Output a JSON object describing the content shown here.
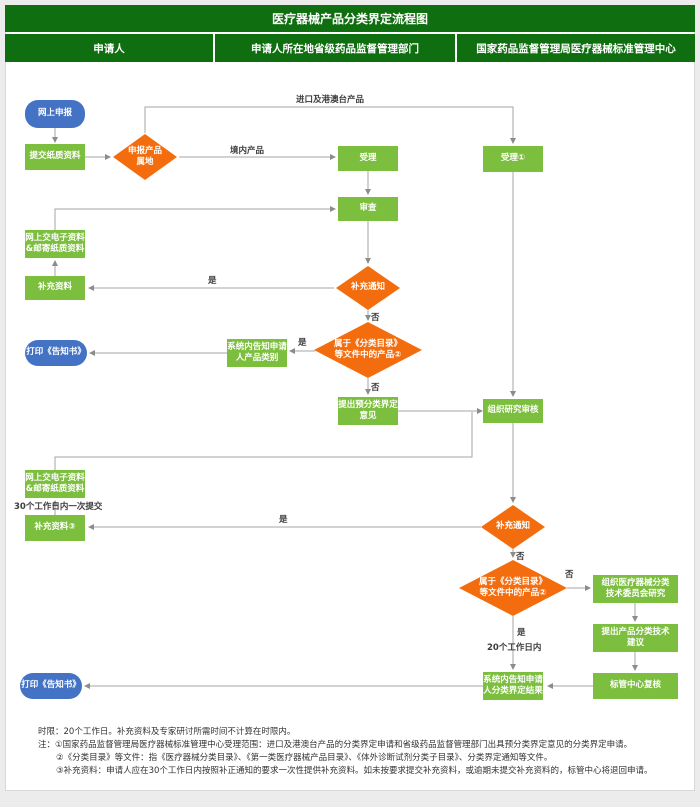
{
  "header": {
    "title": "医疗器械产品分类界定流程图",
    "columns": [
      "申请人",
      "申请人所在地省级药品监督管理部门",
      "国家药品监督管理局医疗器械标准管理中心"
    ]
  },
  "colors": {
    "header_green": "#0f6e0f",
    "node_green": "#7cbe3d",
    "diamond_orange": "#f36d0e",
    "stadium_blue": "#4472c4",
    "connector_gray": "#a6a6a6"
  },
  "nodes": {
    "online_apply": "网上申报",
    "submit_paper": "提交纸质资料",
    "product_origin": "申报产品\n属地",
    "accept_provincial": "受理",
    "accept_center": "受理①",
    "review": "审查",
    "submit_electronic_1": "网上交电子资料\n&邮寄纸质资料",
    "supplement_materials_1": "补充资料",
    "supplement_notice_1": "补充通知",
    "in_catalog_1": "属于《分类目录》\n等文件中的产品②",
    "notify_product_category": "系统内告知申请\n人产品类别",
    "print_notice_1": "打印《告知书》",
    "pre_classification_opinion": "提出预分类界定\n意见",
    "organize_research_review": "组织研究审核",
    "submit_electronic_2": "网上交电子资料\n&邮寄纸质资料",
    "supplement_materials_2": "补充资料③",
    "supplement_notice_2": "补充通知",
    "in_catalog_2": "属于《分类目录》\n等文件中的产品②",
    "committee_research": "组织医疗器械分类\n技术委员会研究",
    "tech_suggestion": "提出产品分类技术\n建议",
    "center_recheck": "标管中心复核",
    "notify_classification_result": "系统内告知申请\n人分类界定结果",
    "print_notice_2": "打印《告知书》"
  },
  "edge_labels": {
    "import_products": "进口及港澳台产品",
    "domestic_products": "境内产品",
    "yes_1": "是",
    "no_1": "否",
    "yes_2": "是",
    "no_2": "否",
    "submit_within_30_days": "30个工作日内一次提交",
    "yes_3": "是",
    "no_3": "否",
    "no_4": "否",
    "yes_4": "是",
    "within_20_days": "20个工作日内"
  },
  "notes": [
    "时限：20个工作日。补充资料及专家研讨所需时间不计算在时限内。",
    "注：①国家药品监督管理局医疗器械标准管理中心受理范围：进口及港澳台产品的分类界定申请和省级药品监督管理部门出具预分类界定意见的分类界定申请。",
    "②《分类目录》等文件：指《医疗器械分类目录》、《第一类医疗器械产品目录》、《体外诊断试剂分类子目录》、分类界定通知等文件。",
    "③补充资料：申请人应在30个工作日内按照补正通知的要求一次性提供补充资料。如未按要求提交补充资料，或逾期未提交补充资料的，标管中心将退回申请。"
  ]
}
